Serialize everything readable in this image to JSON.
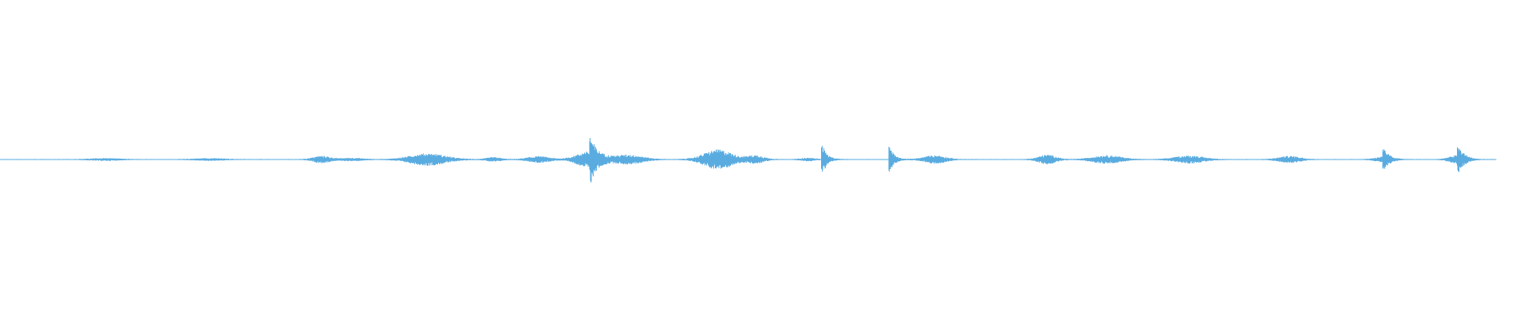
{
  "waveform": {
    "color": "#5aace0",
    "background": "#ffffff",
    "bursts": [
      {
        "t": 0.215,
        "amp": 0.01,
        "dur": 0.012
      },
      {
        "t": 0.286,
        "amp": 0.018,
        "dur": 0.025
      },
      {
        "t": 0.33,
        "amp": 0.006,
        "dur": 0.01
      },
      {
        "t": 0.36,
        "amp": 0.009,
        "dur": 0.015
      },
      {
        "t": 0.394,
        "amp": 0.024,
        "dur": 0.018
      },
      {
        "t": 0.42,
        "amp": 0.014,
        "dur": 0.02
      },
      {
        "t": 0.48,
        "amp": 0.03,
        "dur": 0.02
      },
      {
        "t": 0.505,
        "amp": 0.012,
        "dur": 0.012
      },
      {
        "t": 0.625,
        "amp": 0.012,
        "dur": 0.015
      },
      {
        "t": 0.54,
        "amp": 0.004,
        "dur": 0.01
      },
      {
        "t": 0.7,
        "amp": 0.014,
        "dur": 0.012
      },
      {
        "t": 0.74,
        "amp": 0.012,
        "dur": 0.02
      },
      {
        "t": 0.795,
        "amp": 0.011,
        "dur": 0.02
      },
      {
        "t": 0.862,
        "amp": 0.01,
        "dur": 0.015
      },
      {
        "t": 0.925,
        "amp": 0.008,
        "dur": 0.012
      },
      {
        "t": 0.975,
        "amp": 0.013,
        "dur": 0.012
      },
      {
        "t": 0.07,
        "amp": 0.003,
        "dur": 0.02
      },
      {
        "t": 0.14,
        "amp": 0.003,
        "dur": 0.02
      },
      {
        "t": 0.235,
        "amp": 0.004,
        "dur": 0.015
      }
    ],
    "spikes": [
      {
        "t": 0.395,
        "amp": 0.05
      },
      {
        "t": 0.55,
        "amp": 0.045
      },
      {
        "t": 0.595,
        "amp": 0.04
      },
      {
        "t": 0.925,
        "amp": 0.025
      },
      {
        "t": 0.975,
        "amp": 0.028
      }
    ]
  }
}
